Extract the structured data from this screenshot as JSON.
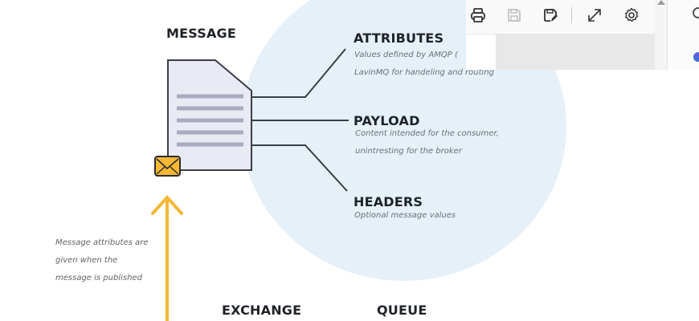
{
  "diagram": {
    "message": {
      "title": "MESSAGE"
    },
    "attributes": {
      "title": "ATTRIBUTES",
      "lines": [
        "Values defined by AMQP (",
        "LavinMQ for handeling and routing"
      ]
    },
    "payload": {
      "title": "PAYLOAD",
      "lines": [
        "Content intended for the consumer,",
        "unintresting for the broker"
      ]
    },
    "headers": {
      "title": "HEADERS",
      "lines": [
        "Optional message values"
      ]
    },
    "note": {
      "lines": [
        "Message attributes are",
        "given when the",
        "message is published"
      ]
    },
    "exchange": {
      "title": "EXCHANGE"
    },
    "queue": {
      "title": "QUEUE"
    }
  },
  "toolbar": {
    "icons": [
      "print-icon",
      "save-icon",
      "save-as-icon",
      "fullscreen-icon",
      "settings-icon"
    ]
  },
  "colors": {
    "circle": "#e5f0f8",
    "arrow": "#f5b735",
    "envelope": "#f5b735",
    "line": "#3a3f47",
    "doc_fill": "#eaeaf5",
    "doc_lines": "#a9abc0"
  }
}
